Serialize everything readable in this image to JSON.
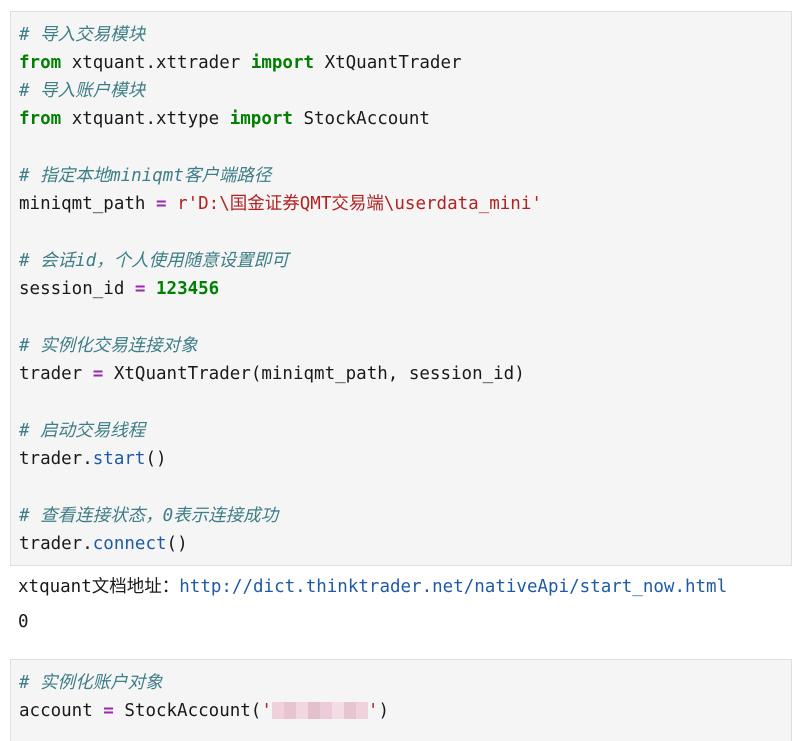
{
  "cell1": {
    "lines": [
      [
        [
          "comment",
          "# 导入交易模块"
        ]
      ],
      [
        [
          "kw",
          "from"
        ],
        [
          "plain",
          " xtquant.xttrader "
        ],
        [
          "kw",
          "import"
        ],
        [
          "plain",
          " XtQuantTrader"
        ]
      ],
      [
        [
          "comment",
          "# 导入账户模块"
        ]
      ],
      [
        [
          "kw",
          "from"
        ],
        [
          "plain",
          " xtquant.xttype "
        ],
        [
          "kw",
          "import"
        ],
        [
          "plain",
          " StockAccount"
        ]
      ],
      [],
      [
        [
          "comment",
          "# 指定本地miniqmt客户端路径"
        ]
      ],
      [
        [
          "plain",
          "miniqmt_path "
        ],
        [
          "op",
          "="
        ],
        [
          "plain",
          " "
        ],
        [
          "str",
          "r'D:\\国金证券QMT交易端\\userdata_mini'"
        ]
      ],
      [],
      [
        [
          "comment",
          "# 会话id，个人使用随意设置即可"
        ]
      ],
      [
        [
          "plain",
          "session_id "
        ],
        [
          "op",
          "="
        ],
        [
          "plain",
          " "
        ],
        [
          "num",
          "123456"
        ]
      ],
      [],
      [
        [
          "comment",
          "# 实例化交易连接对象"
        ]
      ],
      [
        [
          "plain",
          "trader "
        ],
        [
          "op",
          "="
        ],
        [
          "plain",
          " XtQuantTrader(miniqmt_path, session_id)"
        ]
      ],
      [],
      [
        [
          "comment",
          "# 启动交易线程"
        ]
      ],
      [
        [
          "plain",
          "trader."
        ],
        [
          "fn",
          "start"
        ],
        [
          "plain",
          "()"
        ]
      ],
      [],
      [
        [
          "comment",
          "# 查看连接状态，0表示连接成功"
        ]
      ],
      [
        [
          "plain",
          "trader."
        ],
        [
          "fn",
          "connect"
        ],
        [
          "plain",
          "()"
        ]
      ]
    ]
  },
  "output": {
    "doc_label": "xtquant文档地址：",
    "doc_url": "http://dict.thinktrader.net/nativeApi/start_now.html",
    "result": "0"
  },
  "cell2": {
    "comment": "# 实例化账户对象",
    "code_prefix": "account ",
    "op": "=",
    "code_mid": " StockAccount(",
    "quote_open": "'",
    "quote_close": "'",
    "code_suffix": ")"
  }
}
